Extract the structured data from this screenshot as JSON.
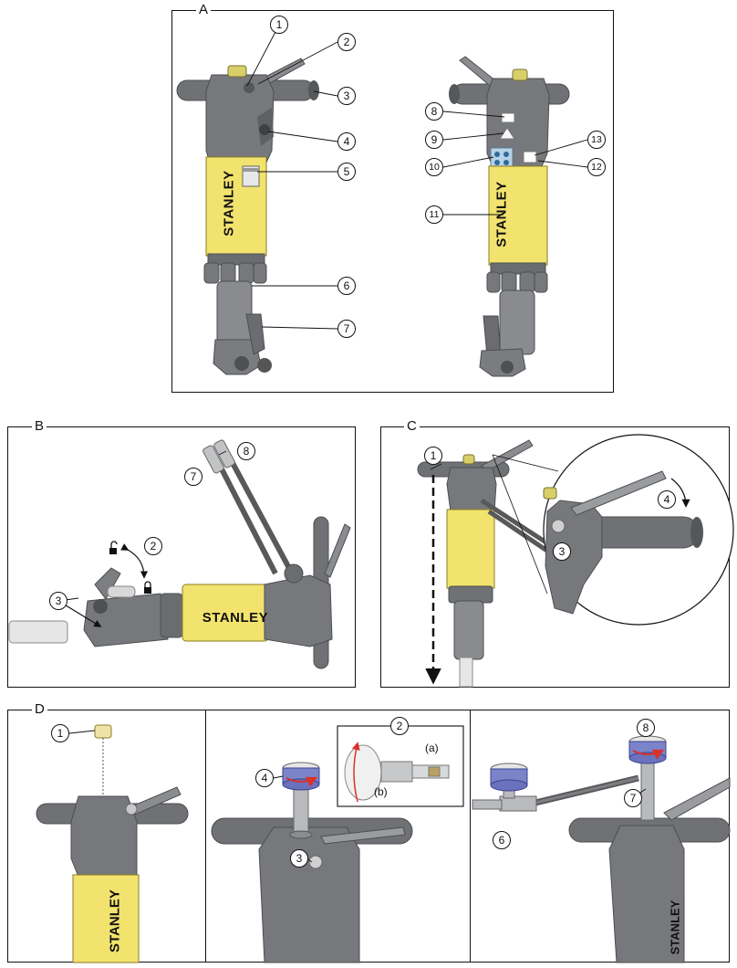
{
  "panels": {
    "a": {
      "label": "A",
      "callouts": [
        "1",
        "2",
        "3",
        "4",
        "5",
        "6",
        "7",
        "8",
        "9",
        "10",
        "11",
        "12",
        "13"
      ]
    },
    "b": {
      "label": "B",
      "callouts": [
        "2",
        "3",
        "7",
        "8"
      ]
    },
    "c": {
      "label": "C",
      "callouts": [
        "1",
        "3",
        "4"
      ]
    },
    "d": {
      "label": "D",
      "callouts": [
        "1",
        "2",
        "3",
        "4",
        "6",
        "7",
        "8"
      ],
      "inset_labels": [
        "(a)",
        "(b)"
      ]
    }
  },
  "brand": "STANLEY",
  "colors": {
    "body_gray": "#76787b",
    "dark_gray": "#55575a",
    "light_gray": "#a4a6a9",
    "yellow": "#f2e36e",
    "gauge_blue": "#7b83c9",
    "arrow_red": "#d9312b",
    "hose": "#58595b"
  },
  "icons": [
    "padlock-unlocked-icon",
    "padlock-locked-icon",
    "rotation-arrow-icon"
  ]
}
